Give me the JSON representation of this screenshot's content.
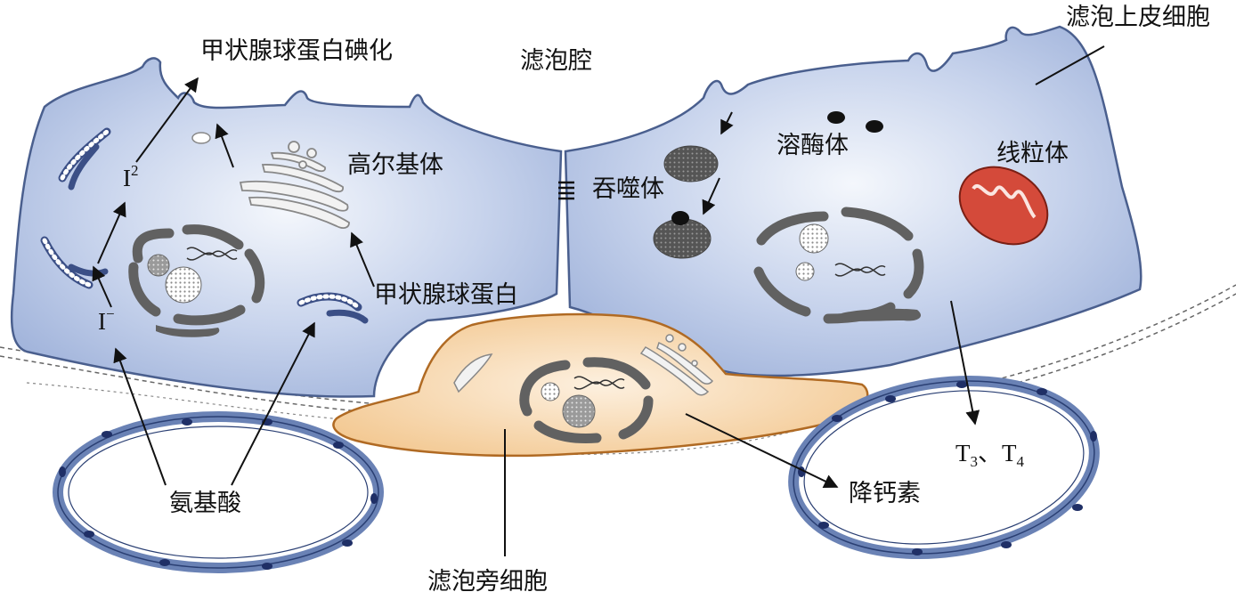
{
  "labels": {
    "iodination": "甲状腺球蛋白碘化",
    "follicle_lumen": "滤泡腔",
    "follicular_epithelial_cell": "滤泡上皮细胞",
    "golgi": "高尔基体",
    "phagosome": "吞噬体",
    "lysosome": "溶酶体",
    "mitochondria": "线粒体",
    "thyroglobulin": "甲状腺球蛋白",
    "amino_acid": "氨基酸",
    "calcitonin": "降钙素",
    "parafollicular_cell": "滤泡旁细胞",
    "iodine_symbol": "I",
    "iodine_superscript": "2",
    "iodide_symbol": "I",
    "iodide_superscript": "−",
    "hormone_t": "T",
    "hormone_t3_sub": "3",
    "hormone_sep": "、T",
    "hormone_t4_sub": "4"
  },
  "colors": {
    "epithelial_cell": "#b9c8e6",
    "epithelial_outline": "#4a5f8e",
    "parafollicular_cell": "#f6d4a7",
    "parafollicular_outline": "#b06a23",
    "organelle_dark": "#616161",
    "mitochondria": "#d44a3a",
    "capillary_nucleus": "#1f2f66"
  },
  "icons": [
    "dna-icon",
    "arrow-icon"
  ]
}
